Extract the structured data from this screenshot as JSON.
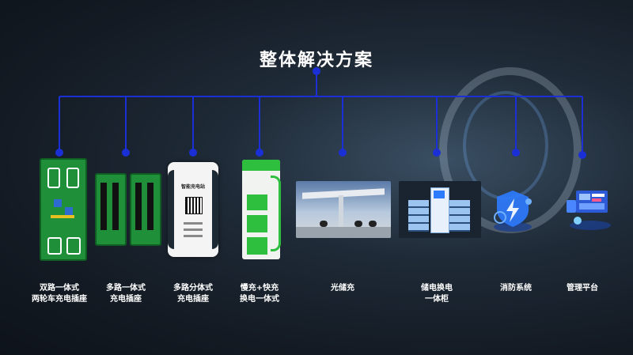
{
  "title": "整体解决方案",
  "colors": {
    "line": "#1a2fd6",
    "pcb": "#1f8f3a",
    "accent_green": "#2fbf3f",
    "icon_blue": "#2d7bff"
  },
  "items": [
    {
      "label": [
        "双路一体式",
        "两轮车充电插座"
      ],
      "icon": "pcb-board-icon"
    },
    {
      "label": [
        "多路一体式",
        "充电插座"
      ],
      "icon": "multi-pcb-board-icon"
    },
    {
      "label": [
        "多路分体式",
        "充电插座"
      ],
      "icon": "charging-box-icon",
      "box_text": "智能充电站"
    },
    {
      "label": [
        "慢充+快充",
        "换电一体式"
      ],
      "icon": "charging-cabinet-icon"
    },
    {
      "label": [
        "光储充"
      ],
      "icon": "solar-carport-icon"
    },
    {
      "label": [
        "储电换电",
        "一体柜"
      ],
      "icon": "battery-cabinet-icon"
    },
    {
      "label": [
        "消防系统"
      ],
      "icon": "fire-shield-icon"
    },
    {
      "label": [
        "管理平台"
      ],
      "icon": "dashboard-platform-icon"
    }
  ]
}
